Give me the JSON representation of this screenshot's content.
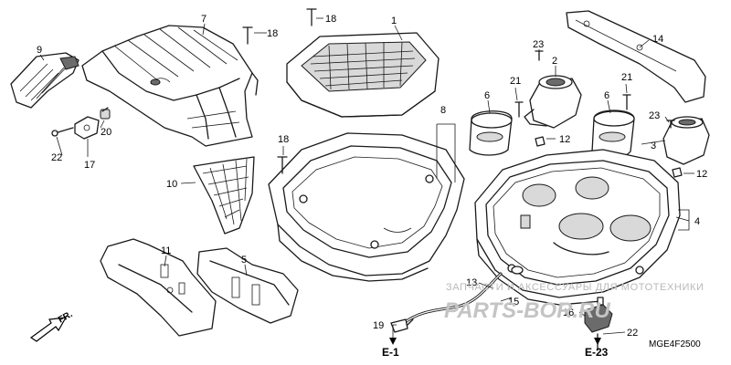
{
  "callouts": {
    "c1": "1",
    "c2": "2",
    "c3": "3",
    "c4": "4",
    "c5": "5",
    "c6a": "6",
    "c6b": "6",
    "c7": "7",
    "c8": "8",
    "c9": "9",
    "c10": "10",
    "c11": "11",
    "c12a": "12",
    "c12b": "12",
    "c13": "13",
    "c14": "14",
    "c15": "15",
    "c16": "16",
    "c17": "17",
    "c18a": "18",
    "c18b": "18",
    "c18c": "18",
    "c19": "19",
    "c20": "20",
    "c21a": "21",
    "c21b": "21",
    "c22a": "22",
    "c22b": "22",
    "c23a": "23",
    "c23b": "23"
  },
  "references": {
    "e1": "E-1",
    "e23": "E-23"
  },
  "direction": {
    "front": "FR."
  },
  "watermark": {
    "line1": "ЗАПЧАСТИ И АКСЕССУАРЫ ДЛЯ МОТОТЕХНИКИ",
    "line2": "PARTS-BOR.RU"
  },
  "diagram_code": "MGE4F2500"
}
